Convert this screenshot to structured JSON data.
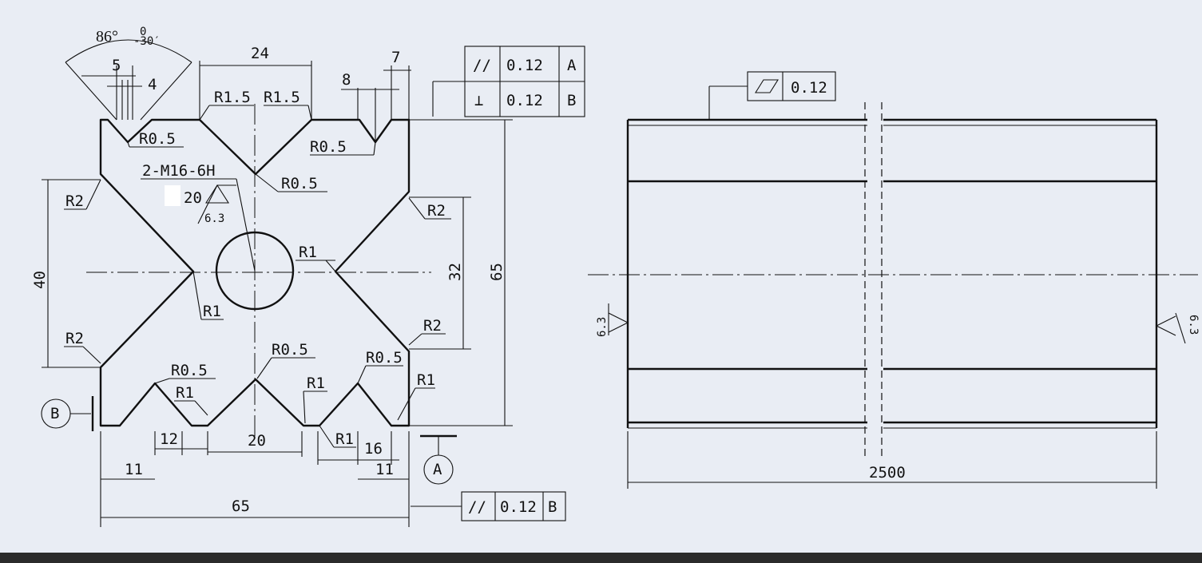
{
  "angle": {
    "value": "86°",
    "tol_upper": "0",
    "tol_lower": "-30′"
  },
  "dimensions": {
    "d5": "5",
    "d4": "4",
    "d24": "24",
    "d8": "8",
    "d7": "7",
    "d40": "40",
    "d32": "32",
    "d65_vert": "65",
    "d12": "12",
    "d20": "20",
    "d16": "16",
    "d11_left": "11",
    "d11_right": "11",
    "d65_horiz": "65",
    "d2500": "2500"
  },
  "radii": {
    "r15_left": "R1.5",
    "r15_right": "R1.5",
    "r05_top_left": "R0.5",
    "r05_top_right": "R0.5",
    "r05_center": "R0.5",
    "r2_top_left": "R2",
    "r2_top_right": "R2",
    "r2_bot_left": "R2",
    "r2_bot_right": "R2",
    "r1_right": "R1",
    "r1_left": "R1",
    "r05_bot_left": "R0.5",
    "r05_bot_mid": "R0.5",
    "r05_bot_right": "R0.5",
    "r1_bot_left": "R1",
    "r1_bot_mid": "R1",
    "r1_bot_right": "R1",
    "r1_bot_low": "R1"
  },
  "thread": {
    "callout": "2-M16-6H",
    "depth": "20",
    "roughness": "6.3"
  },
  "tolerance_frames": {
    "top": [
      {
        "symbol": "//",
        "value": "0.12",
        "datum": "A"
      },
      {
        "symbol": "⊥",
        "value": "0.12",
        "datum": "B"
      }
    ],
    "bottom": {
      "symbol": "//",
      "value": "0.12",
      "datum": "B"
    },
    "flatness": {
      "symbol": "▱",
      "value": "0.12"
    }
  },
  "datums": {
    "a": "A",
    "b": "B"
  },
  "roughness_side": {
    "left": "6.3",
    "right": "6.3"
  }
}
